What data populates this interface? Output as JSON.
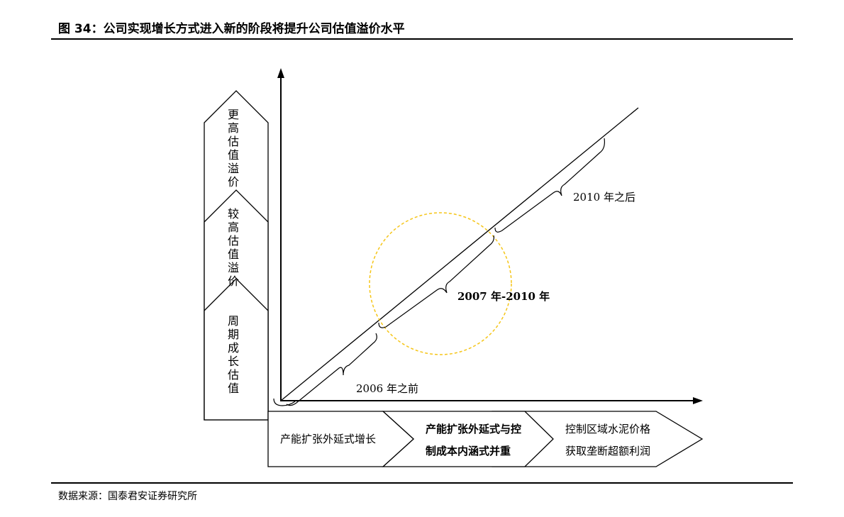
{
  "title": "图 34：公司实现增长方式进入新的阶段将提升公司估值溢价水平",
  "source": "数据来源：国泰君安证券研究所",
  "valuation_levels": [
    {
      "label": "更高估值溢价"
    },
    {
      "label": "较高估值溢价"
    },
    {
      "label": "周期成长估值"
    }
  ],
  "stages": [
    {
      "line1": "产能扩张外延式增长",
      "line2": ""
    },
    {
      "line1": "产能扩张外延式与控",
      "line2": "制成本内涵式并重"
    },
    {
      "line1": "控制区域水泥价格",
      "line2": "获取垄断超额利润"
    }
  ],
  "periods": {
    "before": "2006 年之前",
    "during": "2007 年-2010 年",
    "after": "2010 年之后"
  },
  "colors": {
    "highlight_circle": "#f5c518",
    "line": "#000000"
  }
}
